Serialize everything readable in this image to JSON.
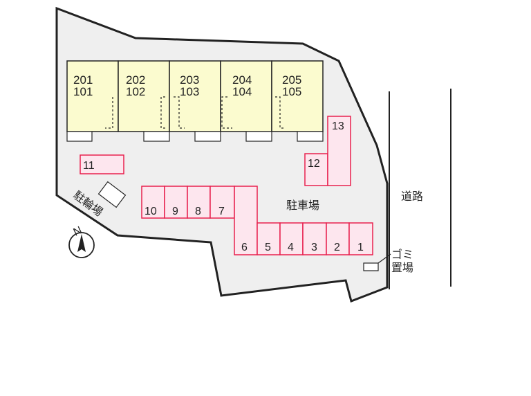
{
  "units": [
    {
      "upper": "201",
      "lower": "101"
    },
    {
      "upper": "202",
      "lower": "102"
    },
    {
      "upper": "203",
      "lower": "103"
    },
    {
      "upper": "204",
      "lower": "104"
    },
    {
      "upper": "205",
      "lower": "105"
    }
  ],
  "parking": {
    "label": "駐車場",
    "slots": [
      "1",
      "2",
      "3",
      "4",
      "5",
      "6",
      "7",
      "8",
      "9",
      "10",
      "11",
      "12",
      "13"
    ]
  },
  "road": {
    "label": "道路"
  },
  "garbage": {
    "line1": "ゴミ",
    "line2": "置場"
  },
  "bike": {
    "label": "駐輪場"
  },
  "compass": {
    "label": "N"
  },
  "colors": {
    "site": "#efefef",
    "building": "#fbfbcf",
    "slot_fill": "#fde6ee",
    "slot_stroke": "#e8204e",
    "outline": "#222222"
  }
}
